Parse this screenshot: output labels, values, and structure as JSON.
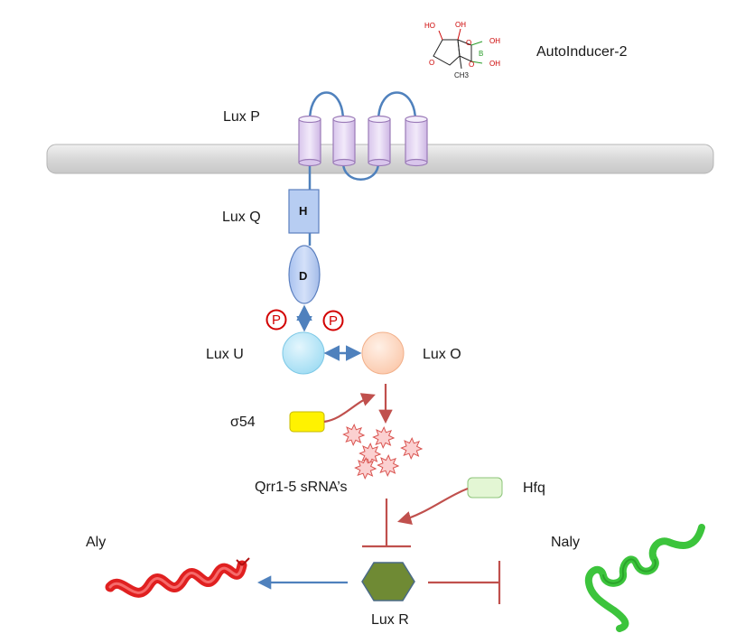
{
  "labels": {
    "autoinducer": "AutoInducer-2",
    "luxP": "Lux P",
    "luxQ": "Lux Q",
    "luxU": "Lux U",
    "luxO": "Lux O",
    "sigma54": "σ54",
    "qrr": "Qrr1-5 sRNA’s",
    "hfq": "Hfq",
    "aly": "Aly",
    "naly": "Naly",
    "luxR": "Lux R"
  },
  "domains": {
    "h": "H",
    "d": "D"
  },
  "phospho": "P",
  "molecule": {
    "ho1": "HO",
    "oh1": "OH",
    "b": "B",
    "oh2": "OH",
    "oh3": "OH",
    "o1": "O",
    "o2": "O",
    "o3": "O",
    "ch3": "CH3"
  },
  "colors": {
    "membrane": "#dcdcdc",
    "luxP_fill": "#e7d9f3",
    "luxP_stroke": "#9b7bb8",
    "luxQ_fill": "#b7cdf2",
    "luxU_fill": "#bfe8f7",
    "luxO_fill": "#fdd9c4",
    "sigma54_fill": "#fff200",
    "hfq_fill": "#e3f6d4",
    "srna_fill": "#fbd0d0",
    "luxR_fill": "#6f8a34",
    "blue_line": "#4f81bd",
    "red_line": "#c0504d",
    "aly_color": "#e02020",
    "naly_color": "#3cc43c"
  }
}
